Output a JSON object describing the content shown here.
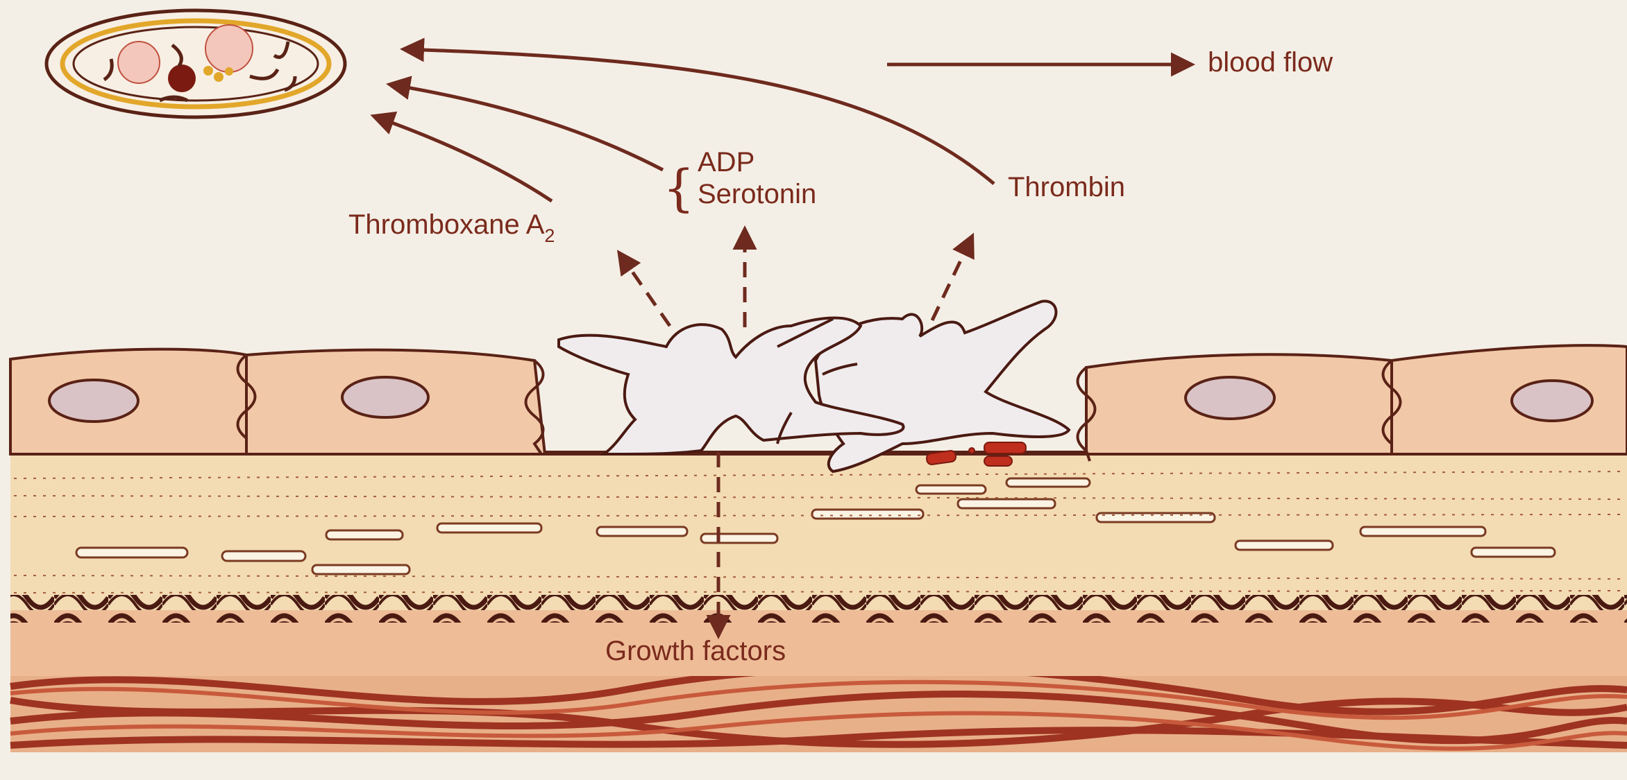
{
  "labels": {
    "blood_flow": "blood flow",
    "adp": "ADP",
    "serotonin": "Serotonin",
    "thrombin": "Thrombin",
    "thromboxane": "Thromboxane A",
    "thromboxane_subscript": "2",
    "growth_factors": "Growth factors"
  },
  "colors": {
    "background": "#f4efe6",
    "label_text": "#7a2a1c",
    "arrow": "#6e2a1e",
    "endothelial_cell": "#f2c9a8",
    "nucleus": "#d9c3c6",
    "subendothelium": "#f3dcb4",
    "elastic_lamina": "#4a1a12",
    "media_layer": "#eab48f",
    "smooth_muscle": "#b6432c",
    "platelet": "#f0ecee",
    "red_blood_spots": "#c02e1e"
  }
}
